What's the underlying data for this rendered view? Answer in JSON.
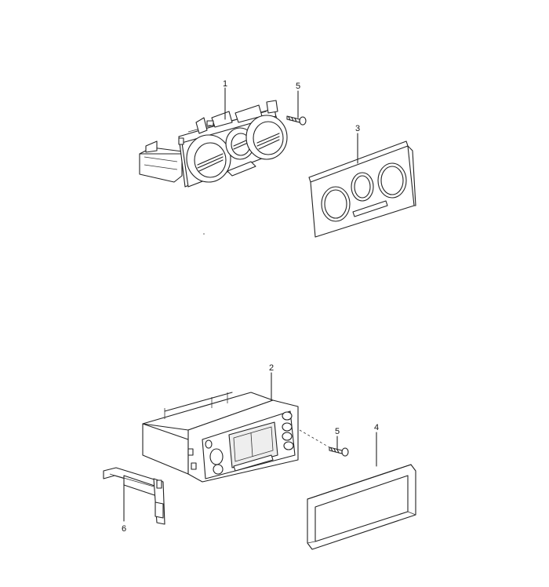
{
  "parts": [
    {
      "id": "part-1",
      "callout": "1",
      "description": "climatronic-control-panel-assembly"
    },
    {
      "id": "part-2",
      "callout": "2",
      "description": "climate-control-unit-with-display"
    },
    {
      "id": "part-3",
      "callout": "3",
      "description": "three-knob-trim-panel"
    },
    {
      "id": "part-4",
      "callout": "4",
      "description": "rectangular-trim-frame"
    },
    {
      "id": "part-5a",
      "callout": "5",
      "description": "screw"
    },
    {
      "id": "part-5b",
      "callout": "5",
      "description": "screw"
    },
    {
      "id": "part-6",
      "callout": "6",
      "description": "mounting-bracket"
    }
  ]
}
